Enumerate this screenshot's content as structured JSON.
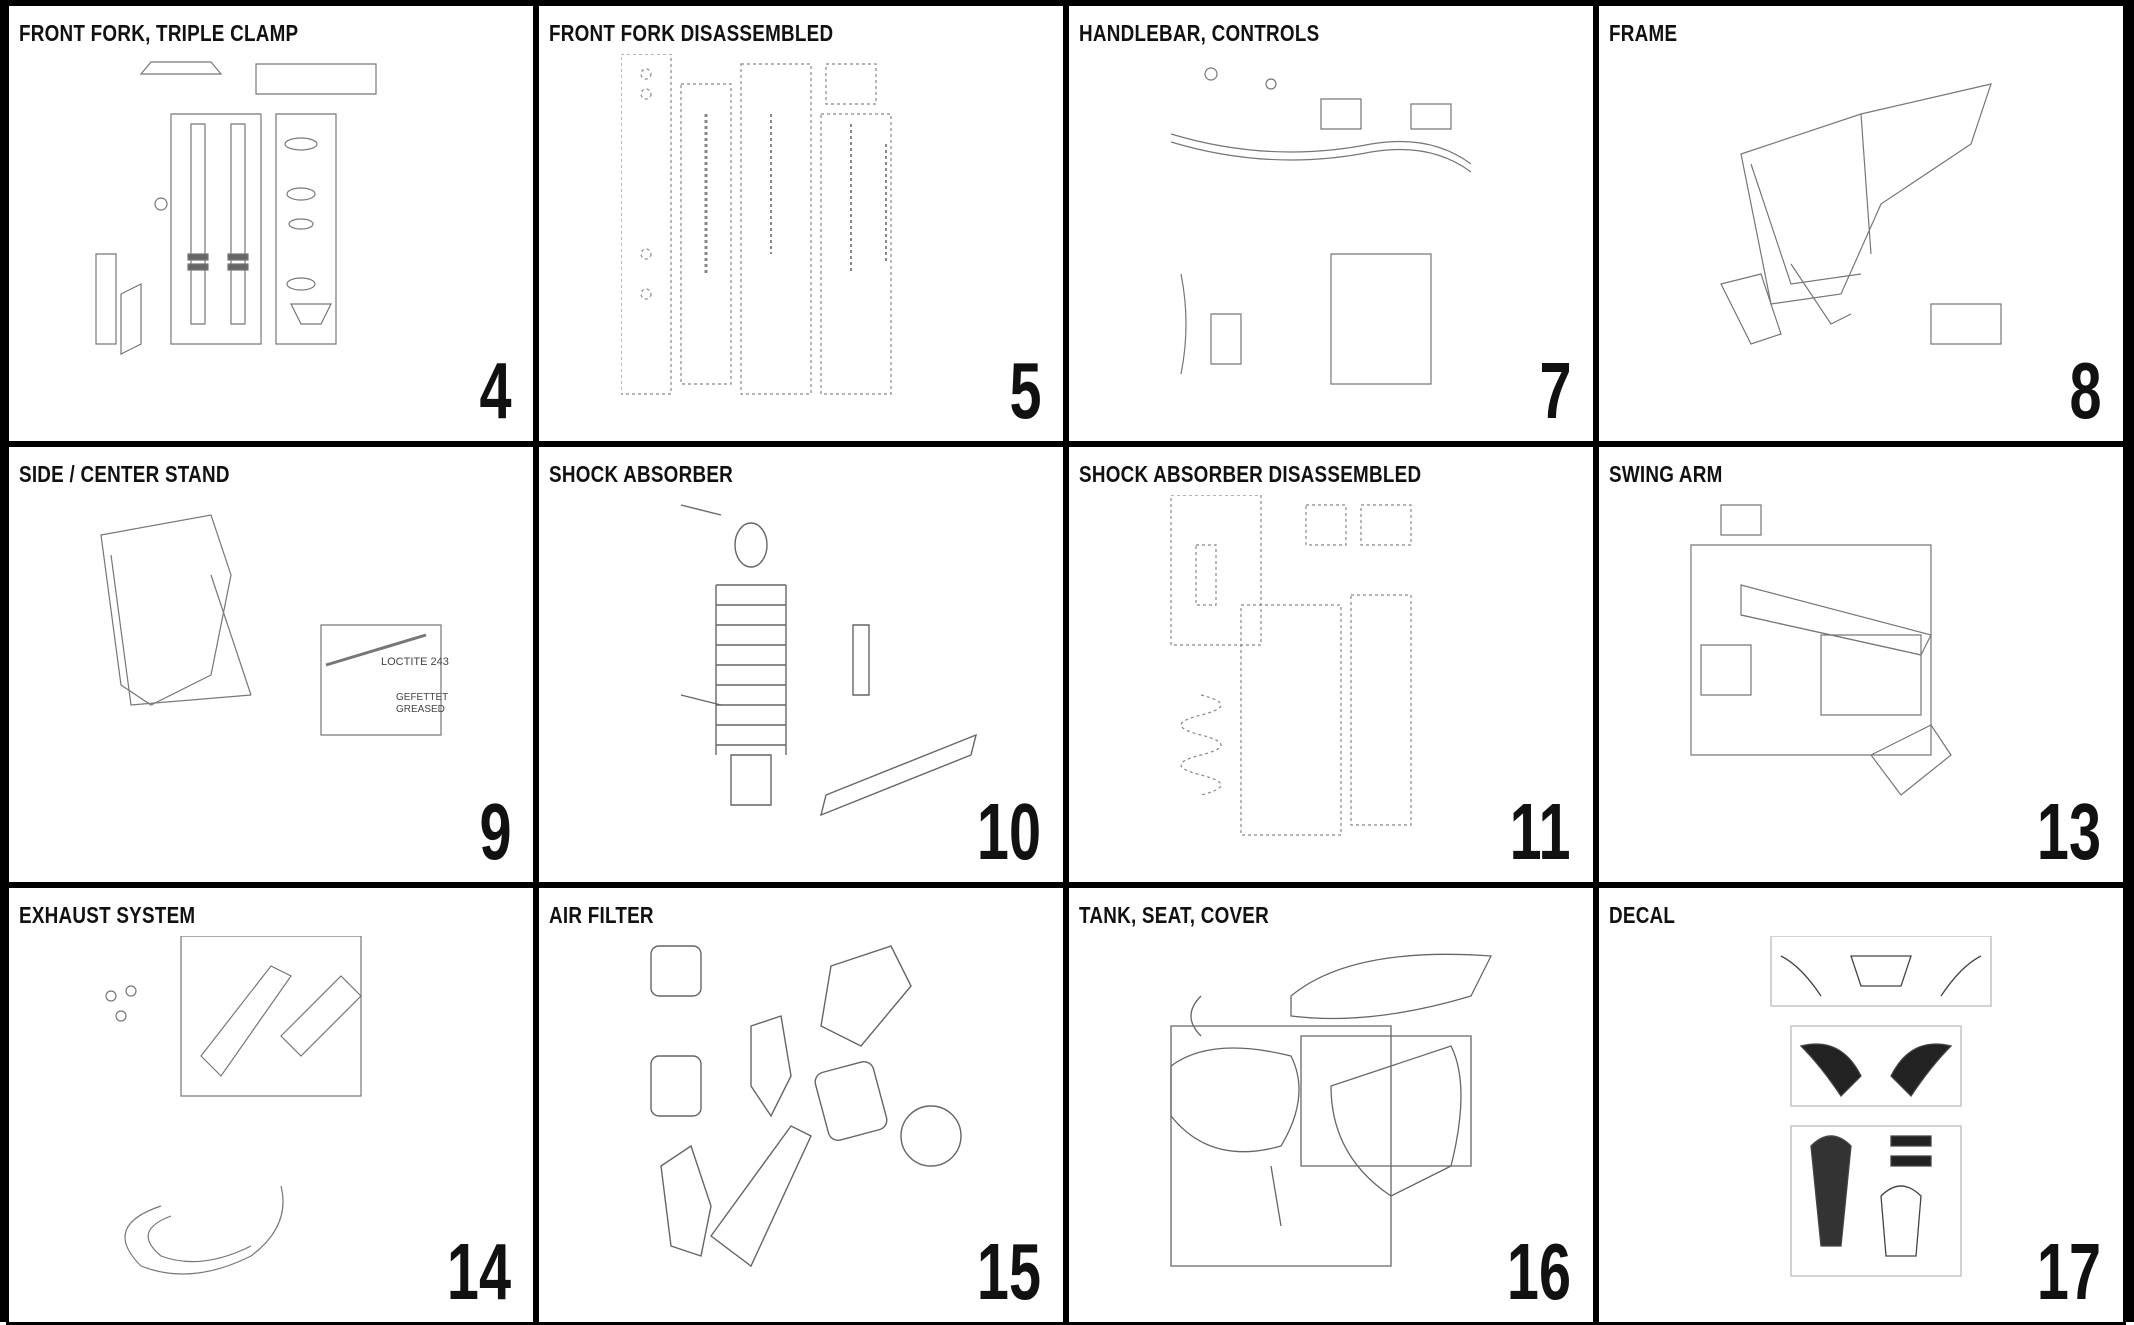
{
  "sections": [
    {
      "title": "FRONT FORK, TRIPLE CLAMP",
      "page": "4",
      "icon": "fork-triple-clamp-diagram"
    },
    {
      "title": "FRONT FORK DISASSEMBLED",
      "page": "5",
      "icon": "fork-disassembled-diagram"
    },
    {
      "title": "HANDLEBAR, CONTROLS",
      "page": "7",
      "icon": "handlebar-controls-diagram"
    },
    {
      "title": "FRAME",
      "page": "8",
      "icon": "frame-diagram"
    },
    {
      "title": "SIDE / CENTER STAND",
      "page": "9",
      "icon": "stand-diagram"
    },
    {
      "title": "SHOCK ABSORBER",
      "page": "10",
      "icon": "shock-absorber-diagram"
    },
    {
      "title": "SHOCK ABSORBER DISASSEMBLED",
      "page": "11",
      "icon": "shock-disassembled-diagram"
    },
    {
      "title": "SWING ARM",
      "page": "13",
      "icon": "swing-arm-diagram"
    },
    {
      "title": "EXHAUST SYSTEM",
      "page": "14",
      "icon": "exhaust-diagram"
    },
    {
      "title": "AIR FILTER",
      "page": "15",
      "icon": "air-filter-diagram"
    },
    {
      "title": "TANK, SEAT, COVER",
      "page": "16",
      "icon": "tank-seat-diagram"
    },
    {
      "title": "DECAL",
      "page": "17",
      "icon": "decal-diagram"
    }
  ],
  "diagram_labels": {
    "stand_loctite": "LOCTITE 243",
    "stand_greased_1": "GEFETTET",
    "stand_greased_2": "GREASED"
  }
}
